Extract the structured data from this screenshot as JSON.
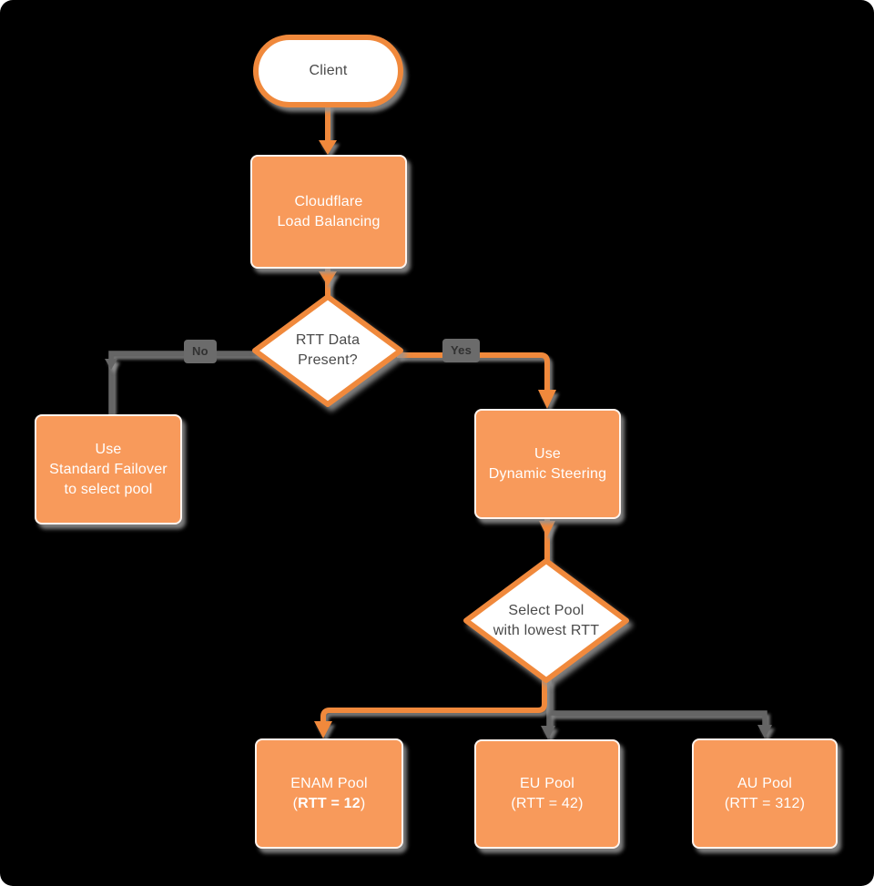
{
  "colors": {
    "background": "#000000",
    "shape_fill": "#F89A5B",
    "shape_stroke": "#F0893C",
    "connector_orange": "#F0893C",
    "connector_gray": "#656565",
    "label_bg": "#6B6B6B",
    "label_text": "#313131",
    "text_on_fill": "#FFFFFF",
    "text_on_white": "#4A4A4A",
    "white": "#FFFFFF",
    "shadow": "#949494"
  },
  "nodes": {
    "client": {
      "shape": "stadium",
      "label": "Client"
    },
    "load_balancer": {
      "shape": "rect",
      "label": "Cloudflare\nLoad Balancing"
    },
    "rtt_decision": {
      "shape": "diamond",
      "label": "RTT Data\nPresent?"
    },
    "standard_failover": {
      "shape": "rect",
      "label": "Use\nStandard Failover\nto select pool"
    },
    "dynamic_steering": {
      "shape": "rect",
      "label": "Use\nDynamic Steering"
    },
    "select_pool": {
      "shape": "diamond",
      "label": "Select Pool\nwith lowest RTT"
    },
    "enam_pool": {
      "shape": "rect",
      "name": "ENAM Pool",
      "rtt_open": "(",
      "rtt_value": "RTT = 12",
      "rtt_close": ")",
      "rtt_bold": true
    },
    "eu_pool": {
      "shape": "rect",
      "name": "EU Pool",
      "rtt_open": "(",
      "rtt_value": "RTT = 42",
      "rtt_close": ")",
      "rtt_bold": false
    },
    "au_pool": {
      "shape": "rect",
      "name": "AU Pool",
      "rtt_open": "(",
      "rtt_value": "RTT = 312",
      "rtt_close": ")",
      "rtt_bold": false
    }
  },
  "edges": {
    "list": [
      {
        "from": "client",
        "to": "load_balancer",
        "color": "orange",
        "label": ""
      },
      {
        "from": "load_balancer",
        "to": "rtt_decision",
        "color": "orange",
        "label": ""
      },
      {
        "from": "rtt_decision",
        "to": "standard_failover",
        "color": "gray",
        "label": "No"
      },
      {
        "from": "rtt_decision",
        "to": "dynamic_steering",
        "color": "orange",
        "label": "Yes"
      },
      {
        "from": "dynamic_steering",
        "to": "select_pool",
        "color": "orange",
        "label": ""
      },
      {
        "from": "select_pool",
        "to": "enam_pool",
        "color": "orange",
        "label": ""
      },
      {
        "from": "select_pool",
        "to": "eu_pool",
        "color": "gray",
        "label": ""
      },
      {
        "from": "select_pool",
        "to": "au_pool",
        "color": "gray",
        "label": ""
      }
    ]
  }
}
